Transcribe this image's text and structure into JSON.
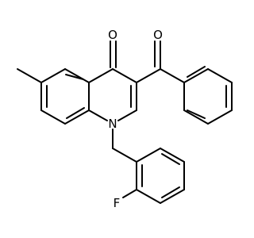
{
  "molecule": {
    "atoms": {
      "O": "O",
      "N": "N",
      "F": "F"
    }
  },
  "colors": {
    "background": "#ffffff",
    "bond": "#000000",
    "label": "#000000"
  }
}
